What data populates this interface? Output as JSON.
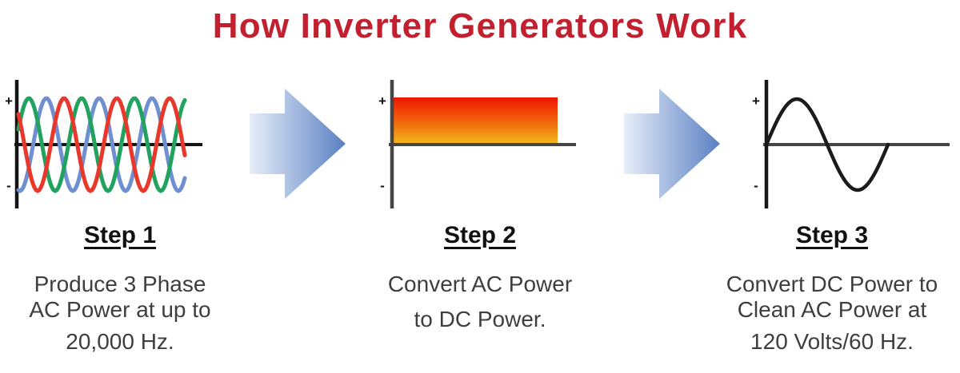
{
  "title": {
    "text": "How Inverter Generators Work"
  },
  "colors": {
    "title": "#c2202f",
    "body_text": "#3e3e3e",
    "label_text": "#111111",
    "wave_red": "#e8382c",
    "wave_green": "#21a25f",
    "wave_blue": "#6e8fd0",
    "sine_black": "#1b1b1b",
    "axis_dark": "#151515",
    "axis_gray": "#454545",
    "bar_gradient_top": "#ee1500",
    "bar_gradient_mid": "#f26b0d",
    "bar_gradient_bottom": "#f2b81b",
    "arrow_gradient_light": "#e7eef9",
    "arrow_gradient_dark": "#5a80c2"
  },
  "axis": {
    "positive": "+",
    "negative": "-"
  },
  "steps": [
    {
      "label": "Step 1",
      "lines": [
        "Produce 3 Phase",
        "AC Power at up to",
        "20,000 Hz."
      ],
      "graph": "three-phase-ac-wave"
    },
    {
      "label": "Step 2",
      "lines": [
        "Convert AC Power",
        "to DC Power."
      ],
      "graph": "dc-power-bar"
    },
    {
      "label": "Step 3",
      "lines": [
        "Convert DC Power to",
        "Clean AC Power at",
        "120 Volts/60 Hz."
      ],
      "graph": "clean-ac-sine-wave"
    }
  ]
}
